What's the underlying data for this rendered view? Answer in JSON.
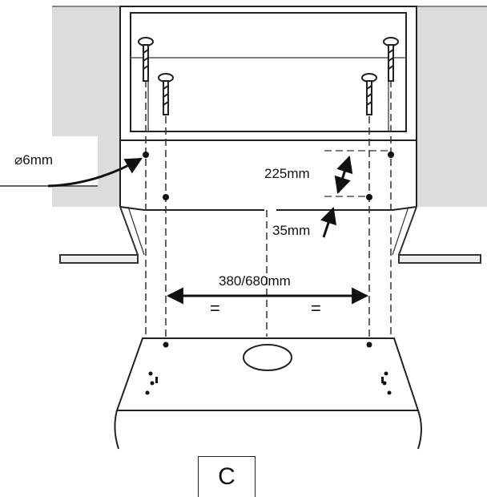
{
  "diagram": {
    "labels": {
      "hole_diameter": "⌀6mm",
      "vertical_offset": "225mm",
      "front_offset": "35mm",
      "hole_spacing": "380/680mm",
      "equal_left": "=",
      "equal_right": "="
    },
    "figure_id": "C"
  }
}
